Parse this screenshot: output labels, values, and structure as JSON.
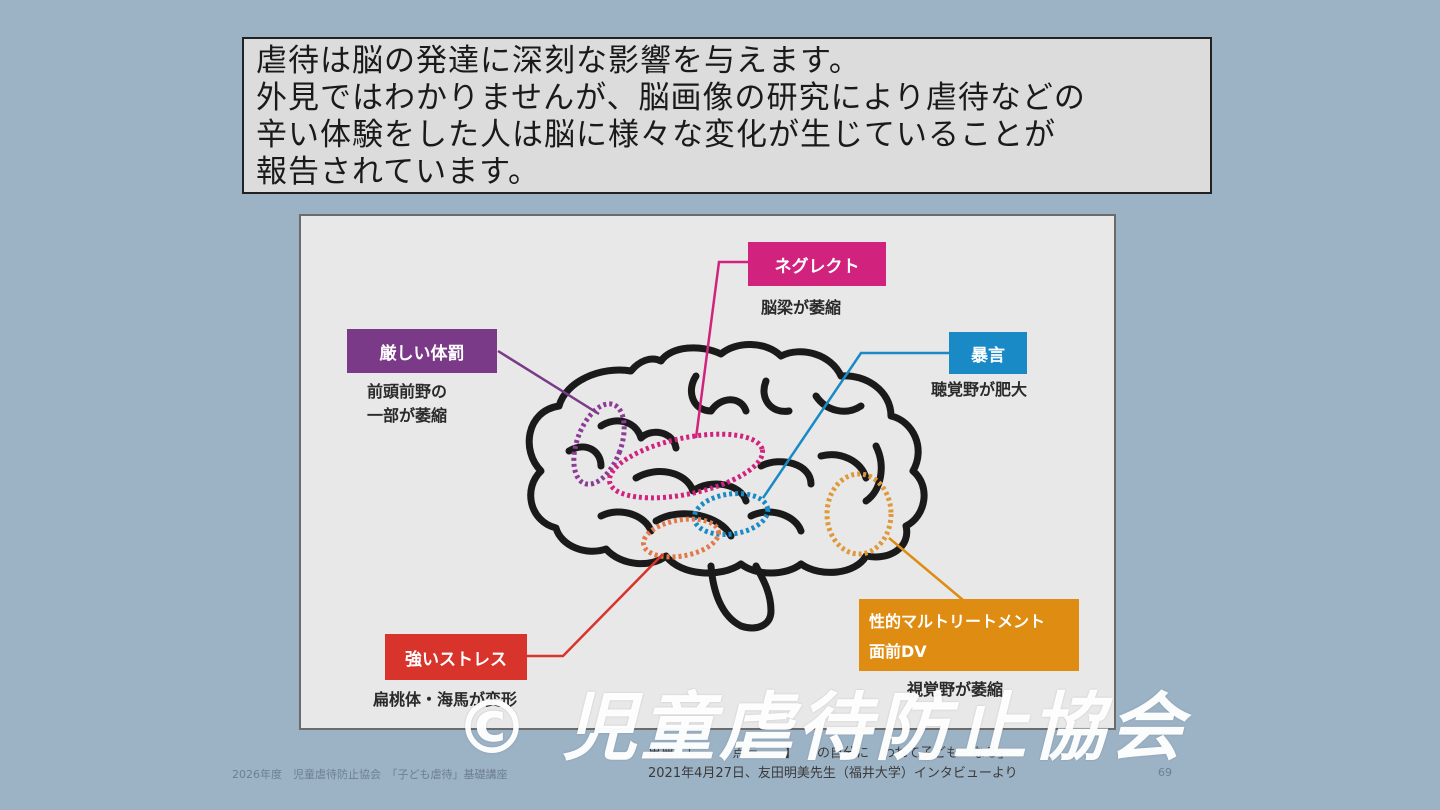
{
  "intro": {
    "lines": [
      "虐待は脳の発達に深刻な影響を与えます。",
      "外見ではわかりませんが、脳画像の研究により虐待などの",
      "辛い体験をした人は脳に様々な変化が生じていることが",
      "報告されています。"
    ]
  },
  "figure": {
    "labels": {
      "neglect": {
        "title": "ネグレクト",
        "caption": "脳梁が萎縮",
        "color": "#d1237e"
      },
      "punishment": {
        "title": "厳しい体罰",
        "caption_lines": [
          "前頭前野の",
          "一部が萎縮"
        ],
        "color": "#7a3a88"
      },
      "verbal": {
        "title": "暴言",
        "caption": "聴覚野が肥大",
        "color": "#1a8ac7"
      },
      "stress": {
        "title": "強いストレス",
        "caption": "扁桃体・海馬が変形",
        "color": "#d8342c"
      },
      "dv": {
        "title_lines": [
          "性的マルトリートメント",
          "面前DV"
        ],
        "caption": "視覚野が萎縮",
        "color": "#de8c12"
      }
    }
  },
  "source": {
    "line1": "出典：「　　　点ラ　　】　　の自分に　われて子ども　なる」",
    "line2": "2021年4月27日、友田明美先生（福井大学）インタビューより"
  },
  "footer": {
    "left": "2026年度　児童虐待防止協会　「子ども虐待」基礎講座",
    "page": "69"
  },
  "watermark": "© 児童虐待防止協会"
}
